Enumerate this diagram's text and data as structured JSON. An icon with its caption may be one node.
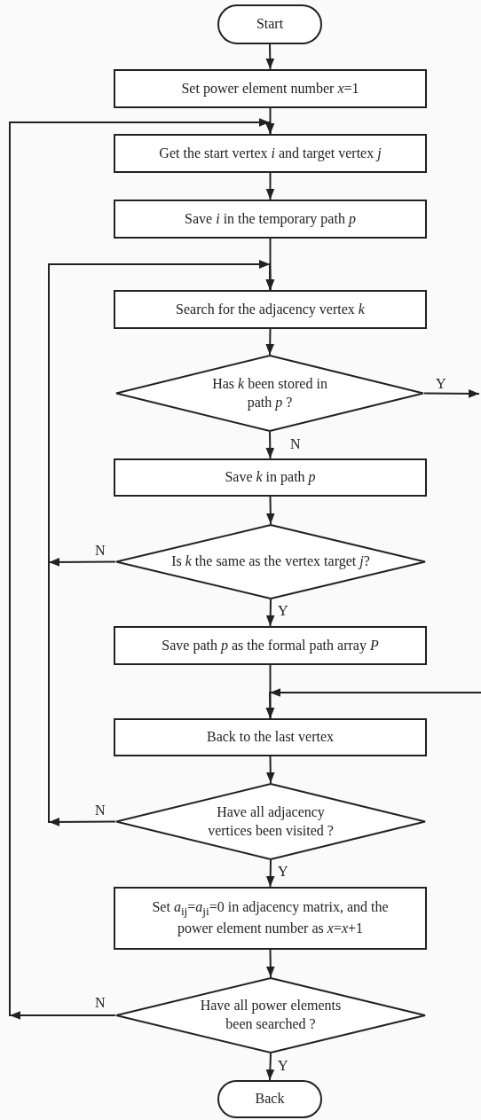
{
  "diagram": {
    "nodes": [
      {
        "text": [
          "Start"
        ]
      },
      {
        "text": [
          "Set power element number *x*=1"
        ]
      },
      {
        "text": [
          "Get the start vertex *i* and target vertex *j*"
        ]
      },
      {
        "text": [
          "Save *i* in the temporary path *p*"
        ]
      },
      {
        "text": [
          "Search for the adjacency vertex *k*"
        ]
      },
      {
        "text": [
          "Has *k* been stored in path *p* ?"
        ]
      },
      {
        "text": [
          "Save *k* in path *p*"
        ]
      },
      {
        "text": [
          "Is *k* the same as the vertex target *j*?"
        ]
      },
      {
        "text": [
          "Save path *p* as the formal path array *P*"
        ]
      },
      {
        "text": [
          "Back to the last vertex"
        ]
      },
      {
        "text": [
          "Have all adjacency vertices been visited ?"
        ]
      },
      {
        "text": [
          "Set *a*$_{ij}$=*a*$_{ji}$=0 in adjacency matrix, and the power element number as *x*=*x*+1"
        ]
      },
      {
        "text": [
          "Have all power elements been searched ?"
        ]
      },
      {
        "text": [
          "Back"
        ]
      }
    ],
    "edges": [
      {
        "from": 0,
        "to": 1,
        "arrow": "to"
      },
      {
        "from": 1,
        "to": 2,
        "arrow": "to"
      },
      {
        "from": 2,
        "to": 3,
        "arrow": "to"
      },
      {
        "from": 3,
        "to": 4,
        "arrow": "to"
      },
      {
        "from": 4,
        "to": 5,
        "arrow": "to"
      },
      {
        "from": 5,
        "to": 6,
        "arrow": "to",
        "label": "N"
      },
      {
        "from": 5,
        "to": null,
        "arrow": "to",
        "label": "Y"
      },
      {
        "from": 6,
        "to": 7,
        "arrow": "to"
      },
      {
        "from": 7,
        "to": 8,
        "arrow": "to",
        "label": "Y"
      },
      {
        "from": 7,
        "to": 4,
        "arrow": "to",
        "label": "N"
      },
      {
        "from": 8,
        "to": 9,
        "arrow": "to"
      },
      {
        "from": null,
        "to": 9,
        "arrow": "to"
      },
      {
        "from": 9,
        "to": 10,
        "arrow": "to"
      },
      {
        "from": 10,
        "to": 4,
        "arrow": "to",
        "label": "N"
      },
      {
        "from": 10,
        "to": 11,
        "arrow": "to",
        "label": "Y"
      },
      {
        "from": 11,
        "to": 12,
        "arrow": "to"
      },
      {
        "from": 12,
        "to": 2,
        "arrow": "to",
        "label": "N"
      },
      {
        "from": 12,
        "to": 13,
        "arrow": "to",
        "label": "Y"
      }
    ]
  }
}
